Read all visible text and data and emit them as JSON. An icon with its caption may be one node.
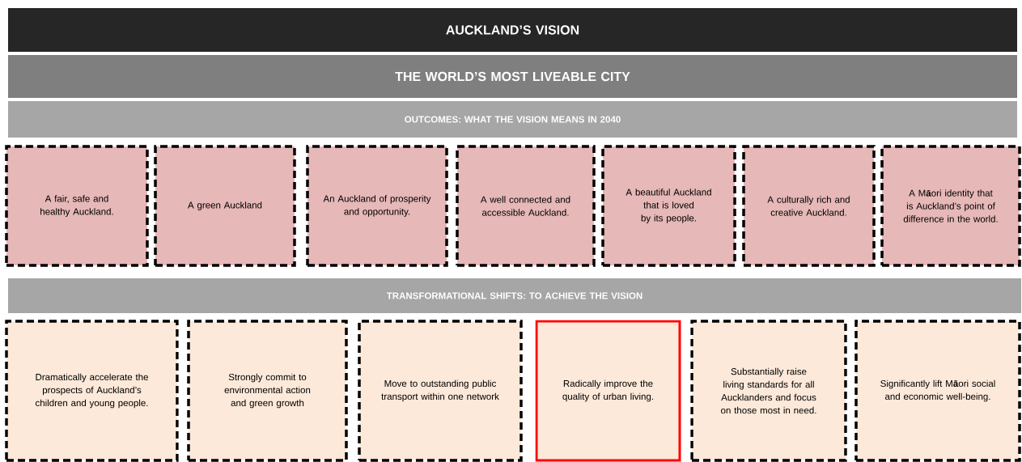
{
  "diagram": {
    "nodes": [
      {
        "text": [
          "AUCKLAND’S VISION"
        ]
      },
      {
        "text": [
          "THE WORLD’S MOST LIVEABLE CITY"
        ]
      },
      {
        "text": [
          "OUTCOMES: WHAT THE VISION MEANS IN 2040"
        ]
      },
      {
        "text": [
          "A fair, safe and healthy Auckland."
        ]
      },
      {
        "text": [
          "A green Auckland"
        ]
      },
      {
        "text": [
          "An Auckland of prosperity and opportunity."
        ]
      },
      {
        "text": [
          "A well connected and accessible Auckland."
        ]
      },
      {
        "text": [
          "A beautiful Auckland that is loved by its people."
        ]
      },
      {
        "text": [
          "A culturally rich and creative Auckland."
        ]
      },
      {
        "text": [
          "A M**ā**ori identity that is Auckland’s point of difference in the world."
        ]
      },
      {
        "text": [
          "TRANSFORMATIONAL SHIFTS: TO ACHIEVE THE VISION"
        ]
      },
      {
        "text": [
          "Dramatically accelerate the prospects of Auckland’s children and young people."
        ]
      },
      {
        "text": [
          "Strongly commit to environmental action and green growth"
        ]
      },
      {
        "text": [
          "Move to outstanding public transport within one network"
        ]
      },
      {
        "text": [
          "Radically improve the quality of urban living."
        ]
      },
      {
        "text": [
          "Substantially raise living standards for all Aucklanders and focus on those most in need."
        ]
      },
      {
        "text": [
          "Significantly lift M**ā**ori social and economic well-being."
        ]
      }
    ]
  }
}
